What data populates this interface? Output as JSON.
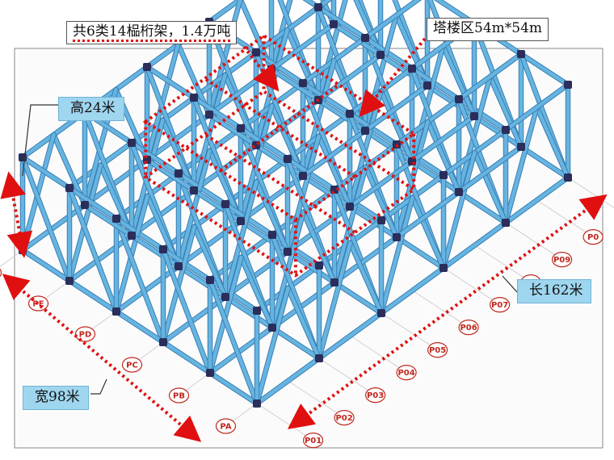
{
  "annotations": {
    "truss_summary": "共6类14榀桁架，1.4万吨",
    "tower_zone": "塔楼区54m*54m",
    "height": "高24米",
    "length": "长162米",
    "width": "宽98米"
  },
  "grid_axes": {
    "width_axis": [
      "PA",
      "PB",
      "PC",
      "PD",
      "PE",
      "PF"
    ],
    "length_axis": [
      "P01",
      "P02",
      "P03",
      "P04",
      "P05",
      "P06",
      "P07",
      "P08",
      "P09",
      "P0",
      "P0"
    ]
  },
  "colors": {
    "truss_member": "#66b4e0",
    "truss_shadow": "#3a7fb5",
    "joint": "#2b2e5a",
    "dimension_red": "#e01010",
    "axis_label": "#c0281e"
  }
}
